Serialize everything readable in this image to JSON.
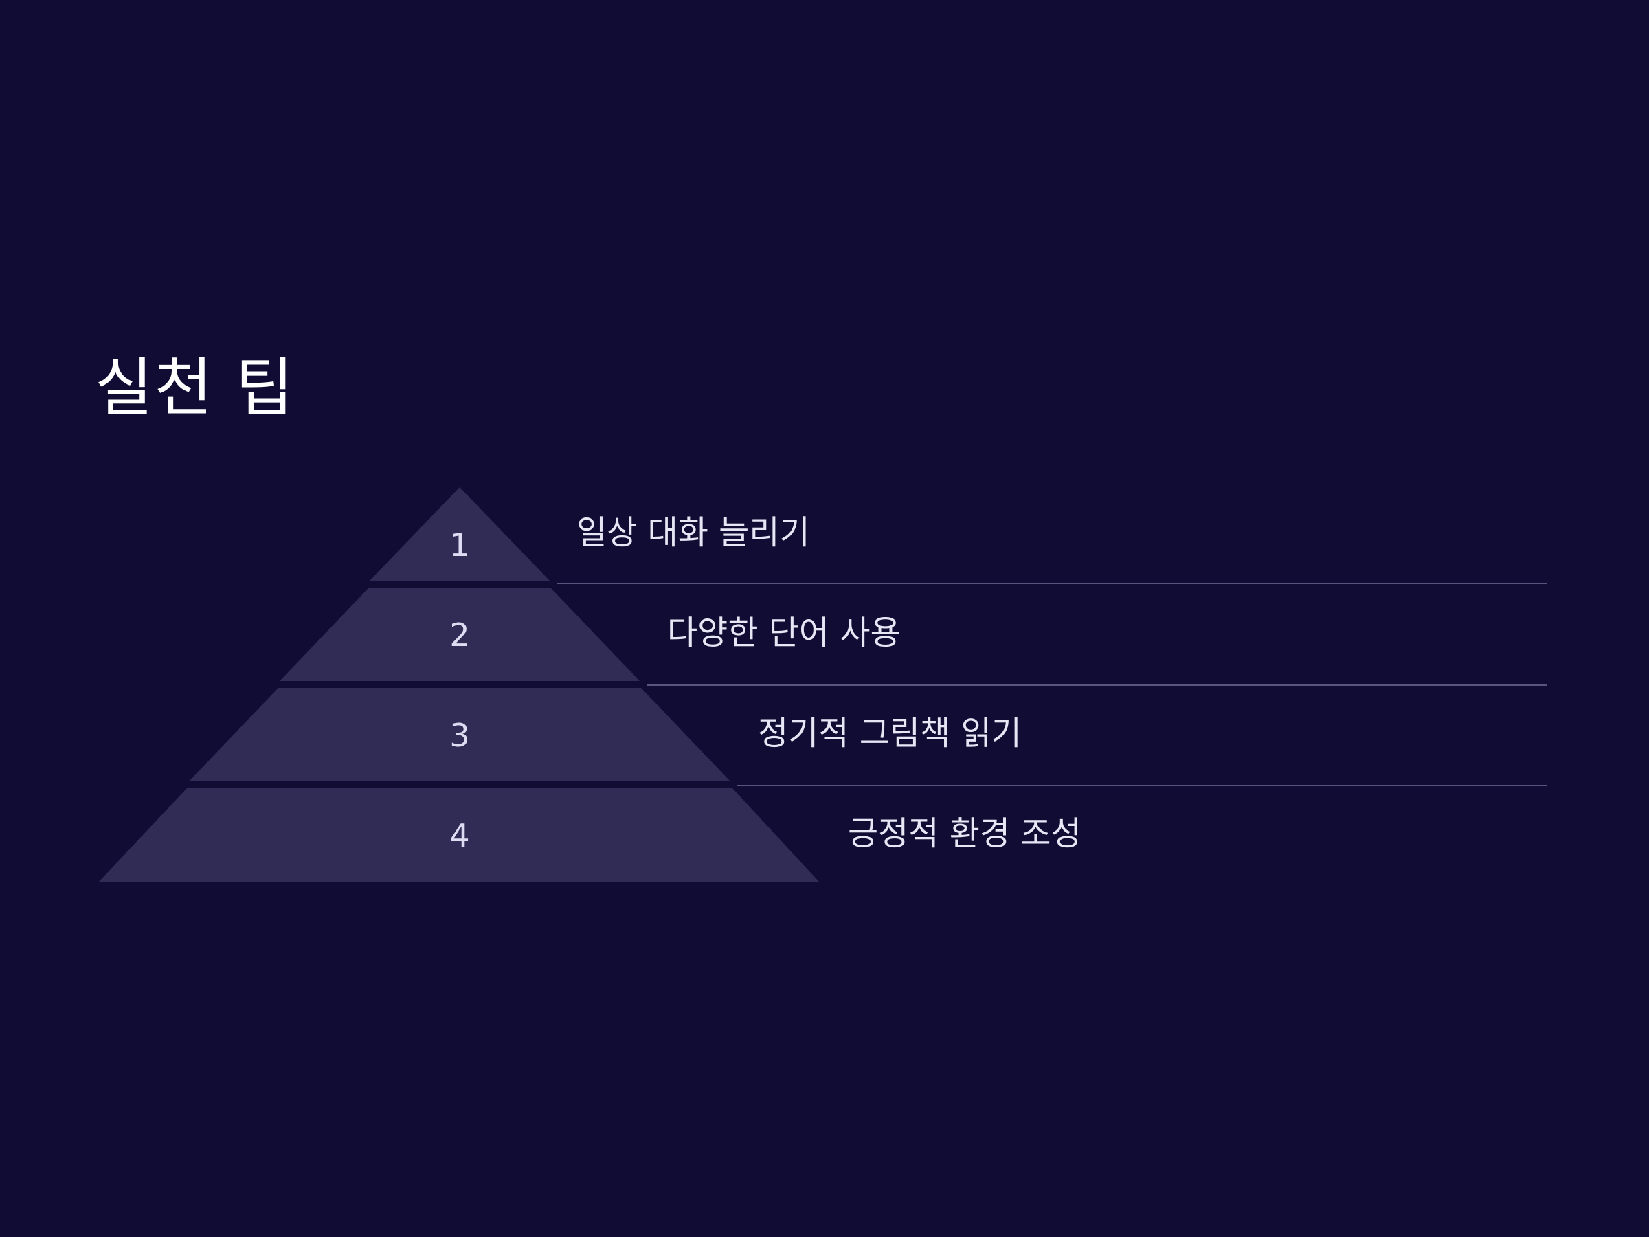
{
  "slide": {
    "title": "실천 팁"
  },
  "pyramid": {
    "levels": [
      {
        "number": "1",
        "label": "일상 대화 늘리기"
      },
      {
        "number": "2",
        "label": "다양한 단어 사용"
      },
      {
        "number": "3",
        "label": "정기적 그림책 읽기"
      },
      {
        "number": "4",
        "label": "긍정적 환경 조성"
      }
    ]
  },
  "colors": {
    "background": "#100c33",
    "tier_fill": "#312c56",
    "divider": "#5a557f",
    "title_text": "#ffffff",
    "label_text": "#e6e6f5"
  }
}
